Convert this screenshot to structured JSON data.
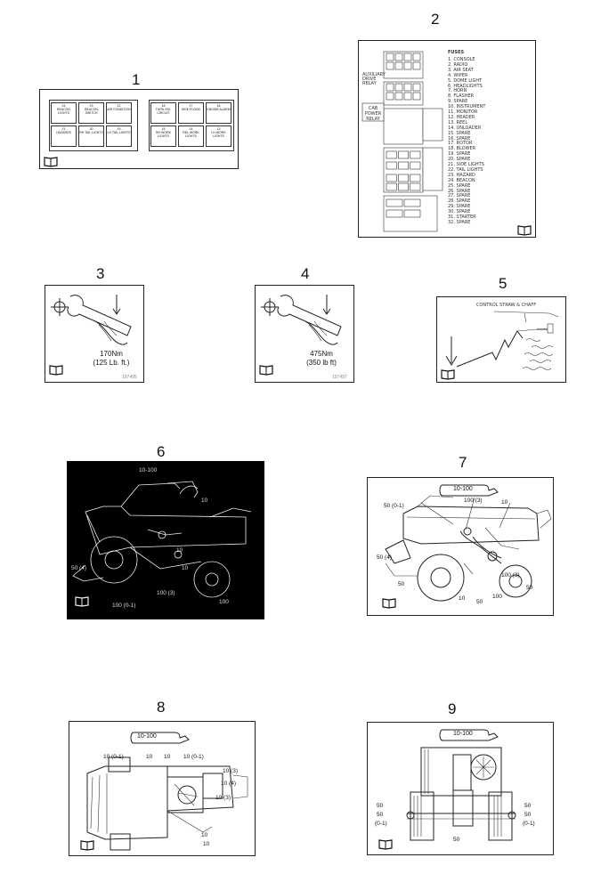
{
  "panels": [
    {
      "number": "1"
    },
    {
      "number": "2"
    },
    {
      "number": "3"
    },
    {
      "number": "4"
    },
    {
      "number": "5"
    },
    {
      "number": "6"
    },
    {
      "number": "7"
    },
    {
      "number": "8"
    },
    {
      "number": "9"
    }
  ],
  "decal1": {
    "left_fuses": [
      {
        "num": "24",
        "text": "BEACON LIGHTS"
      },
      {
        "num": "23",
        "text": "BEACON SWITCH"
      },
      {
        "num": "22",
        "text": "AIR CONDITION"
      },
      {
        "num": "21",
        "text": "HAZARDS"
      },
      {
        "num": "20",
        "text": "RH TAIL LIGHTS"
      },
      {
        "num": "19",
        "text": "LH TAIL LIGHTS"
      }
    ],
    "right_fuses": [
      {
        "num": "18",
        "text": "TURN SIG. CIRCUIT"
      },
      {
        "num": "17",
        "text": "SIDE FLOOD"
      },
      {
        "num": "16",
        "text": "ENGINE ALARM"
      },
      {
        "num": "15",
        "text": "RH WORK LIGHTS"
      },
      {
        "num": "14",
        "text": "REL WORK LIGHTS"
      },
      {
        "num": "13",
        "text": "LH WORK LIGHTS"
      }
    ]
  },
  "decal2": {
    "left_relay": "CAB POWER RELAY",
    "top_label": "AUXILIARY DRIVE RELAY",
    "fuses_header": "FUSES",
    "fuse_list": [
      "1. CONSOLE",
      "2. RADIO",
      "3. AIR SEAT",
      "4. WIPER",
      "5. DOME LIGHT",
      "6. HEADLIGHTS",
      "7. HORN",
      "8. FLASHER",
      "9. SPARE",
      "10. INSTRUMENT",
      "11. MONITOR",
      "12. HEADER",
      "13. REEL",
      "14. UNLOADER",
      "15. SPARE",
      "16. SPARE",
      "17. ROTOR",
      "18. BLOWER",
      "19. SPARE",
      "20. SPARE",
      "21. SIDE LIGHTS",
      "22. TAIL LIGHTS",
      "23. HAZARD",
      "24. BEACON",
      "25. SPARE",
      "26. SPARE",
      "27. SPARE",
      "28. SPARE",
      "29. SPARE",
      "30. SPARE",
      "31. STARTER",
      "32. SPARE"
    ]
  },
  "decal3": {
    "torque": "170Nm",
    "torque_imperial": "(125 Lb. ft.)",
    "part": "197495"
  },
  "decal4": {
    "torque": "475Nm",
    "torque_imperial": "(350 lb ft)",
    "part": "197497"
  },
  "decal5": {
    "caption": "CONTROL STRAW & CHAFF"
  },
  "decal6": {
    "labels": [
      "10-100",
      "10",
      "10",
      "100",
      "100 (3)",
      "100 (0-1)",
      "50 (4)",
      "10"
    ]
  },
  "decal7": {
    "top": "10-100",
    "labels": [
      "50 (0-1)",
      "100 (3)",
      "10",
      "50 (4)",
      "50",
      "10",
      "50",
      "100",
      "100 (3)",
      "50"
    ]
  },
  "decal8": {
    "top": "10-100",
    "labels": [
      "10 (0-1)",
      "10",
      "10",
      "10 (0-1)",
      "10 (3)",
      "10 (4)",
      "10 (3)",
      "10",
      "10"
    ]
  },
  "decal9": {
    "top": "10-100",
    "labels": [
      "50",
      "50",
      "(0-1)",
      "50",
      "50",
      "(0-1)",
      "50"
    ]
  },
  "colors": {
    "ink": "#222222",
    "dark_panel": "#000000"
  }
}
